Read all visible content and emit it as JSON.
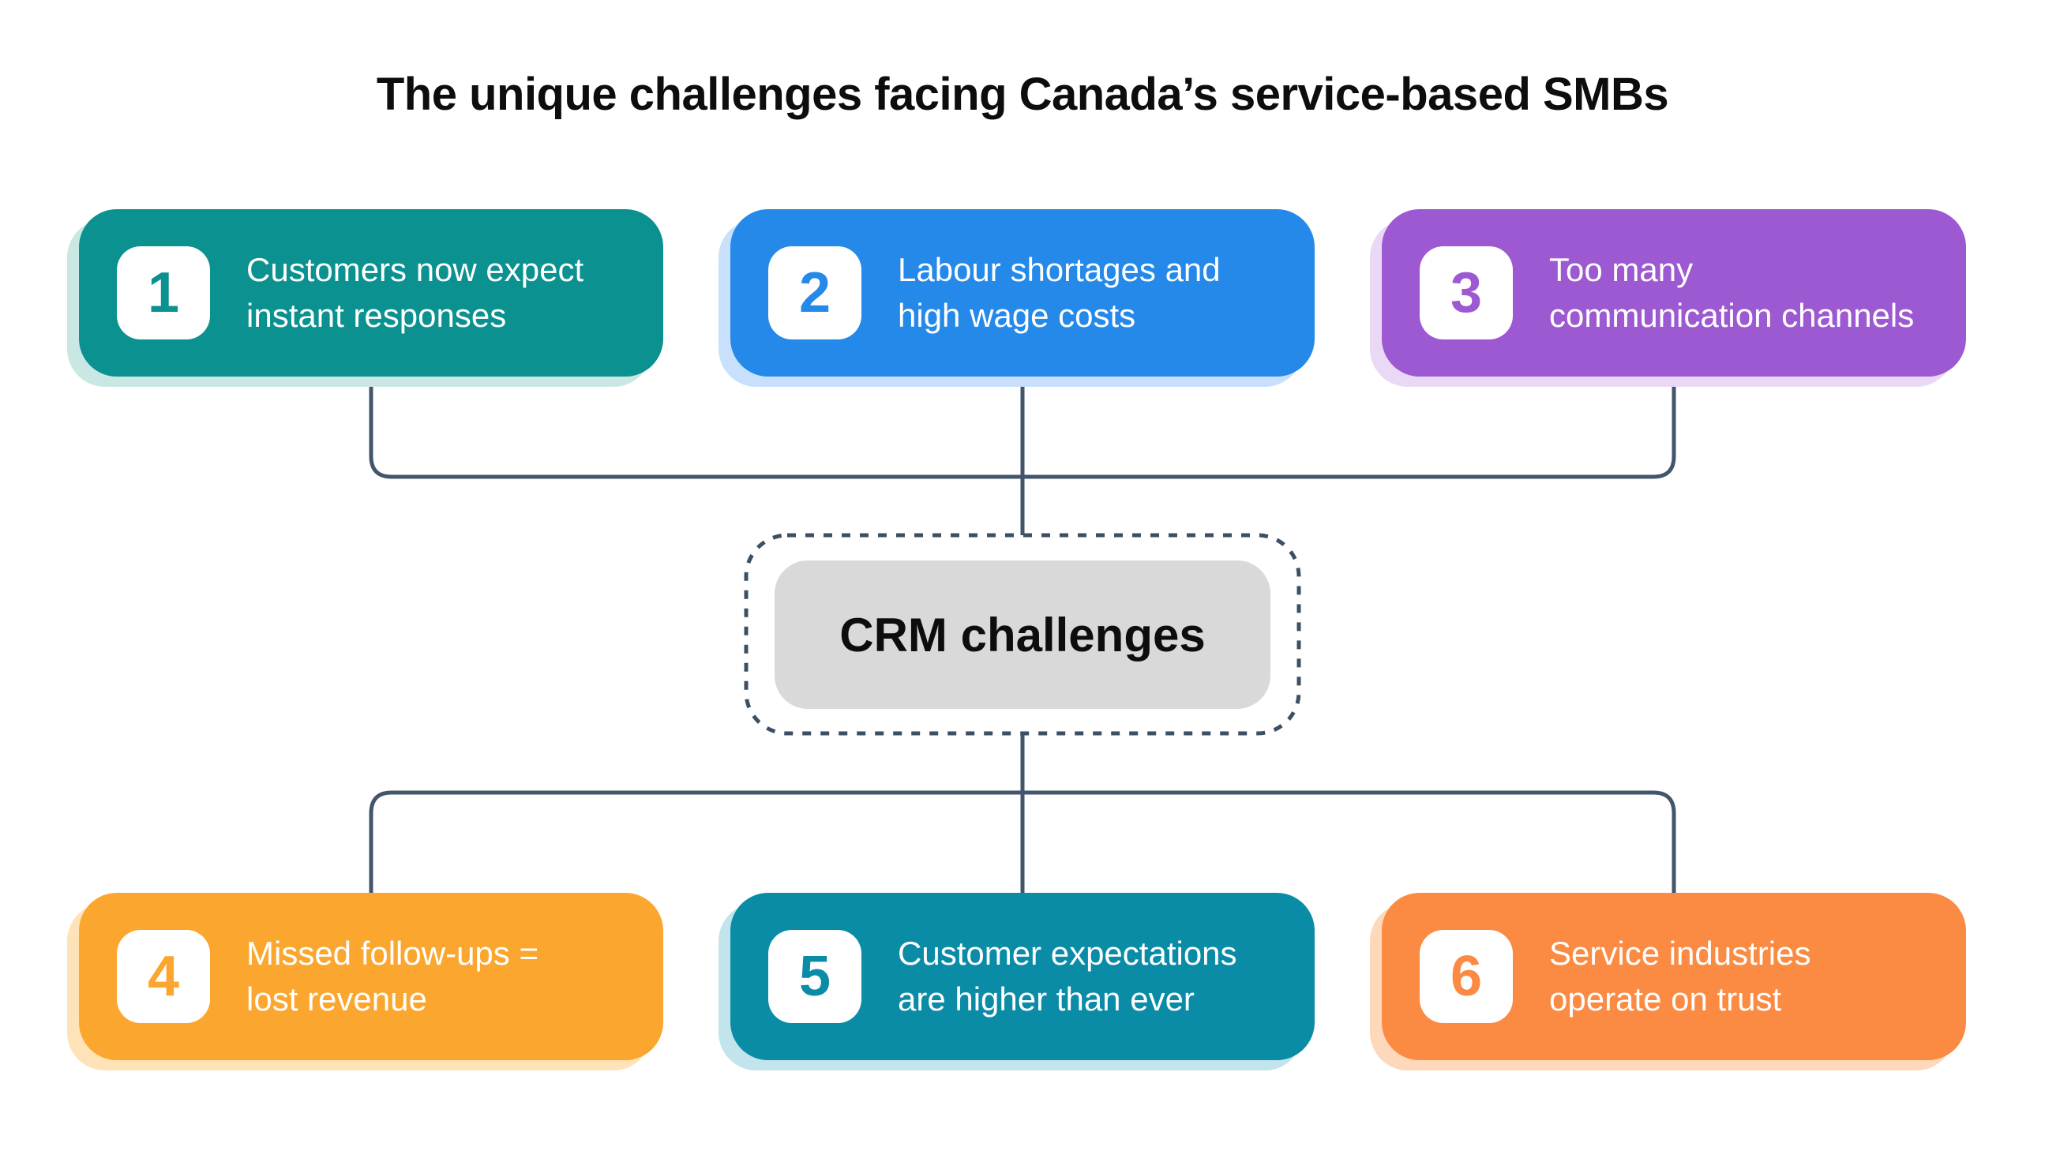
{
  "title": "The unique challenges facing Canada’s service-based SMBs",
  "center": {
    "label": "CRM challenges",
    "box_fill": "#d9d9d9",
    "text_color": "#0d0d0d",
    "dotted_border_color": "#3c4f63"
  },
  "connector_color": "#42556a",
  "cards": [
    {
      "number": "1",
      "line1": "Customers now expect",
      "line2": "instant responses",
      "color": "#0a9190",
      "shadow": "#c9e7e3"
    },
    {
      "number": "2",
      "line1": "Labour shortages and",
      "line2": "high wage costs",
      "color": "#2489e9",
      "shadow": "#c8e0fb"
    },
    {
      "number": "3",
      "line1": "Too many",
      "line2": "communication channels",
      "color": "#9c59d2",
      "shadow": "#e9d9f7"
    },
    {
      "number": "4",
      "line1": "Missed follow-ups =",
      "line2": "lost revenue",
      "color": "#fba62f",
      "shadow": "#fee3b8"
    },
    {
      "number": "5",
      "line1": "Customer expectations",
      "line2": "are higher than ever",
      "color": "#0a8ca6",
      "shadow": "#c2e4ed"
    },
    {
      "number": "6",
      "line1": "Service industries",
      "line2": "operate on trust",
      "color": "#fb8a42",
      "shadow": "#fed8bb"
    }
  ]
}
